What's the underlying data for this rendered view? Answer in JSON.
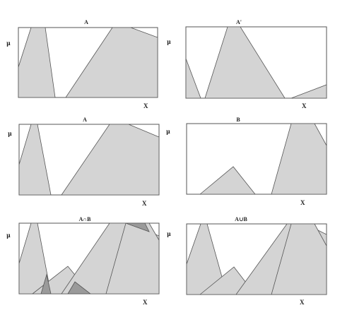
{
  "figure": {
    "panels": [
      {
        "title": "A",
        "y_label": "μ",
        "x_label": "X"
      },
      {
        "title": "A'",
        "y_label": "μ",
        "x_label": "X"
      },
      {
        "title": "A",
        "y_label": "μ",
        "x_label": "X"
      },
      {
        "title": "B",
        "y_label": "μ",
        "x_label": "X"
      },
      {
        "title": "A∩B",
        "y_label": "μ",
        "x_label": "X"
      },
      {
        "title": "A∪B",
        "y_label": "μ",
        "x_label": "X"
      }
    ],
    "colors": {
      "fill": "#d4d4d4",
      "fill_dark": "#9a9a9a",
      "edge": "#555555"
    }
  }
}
